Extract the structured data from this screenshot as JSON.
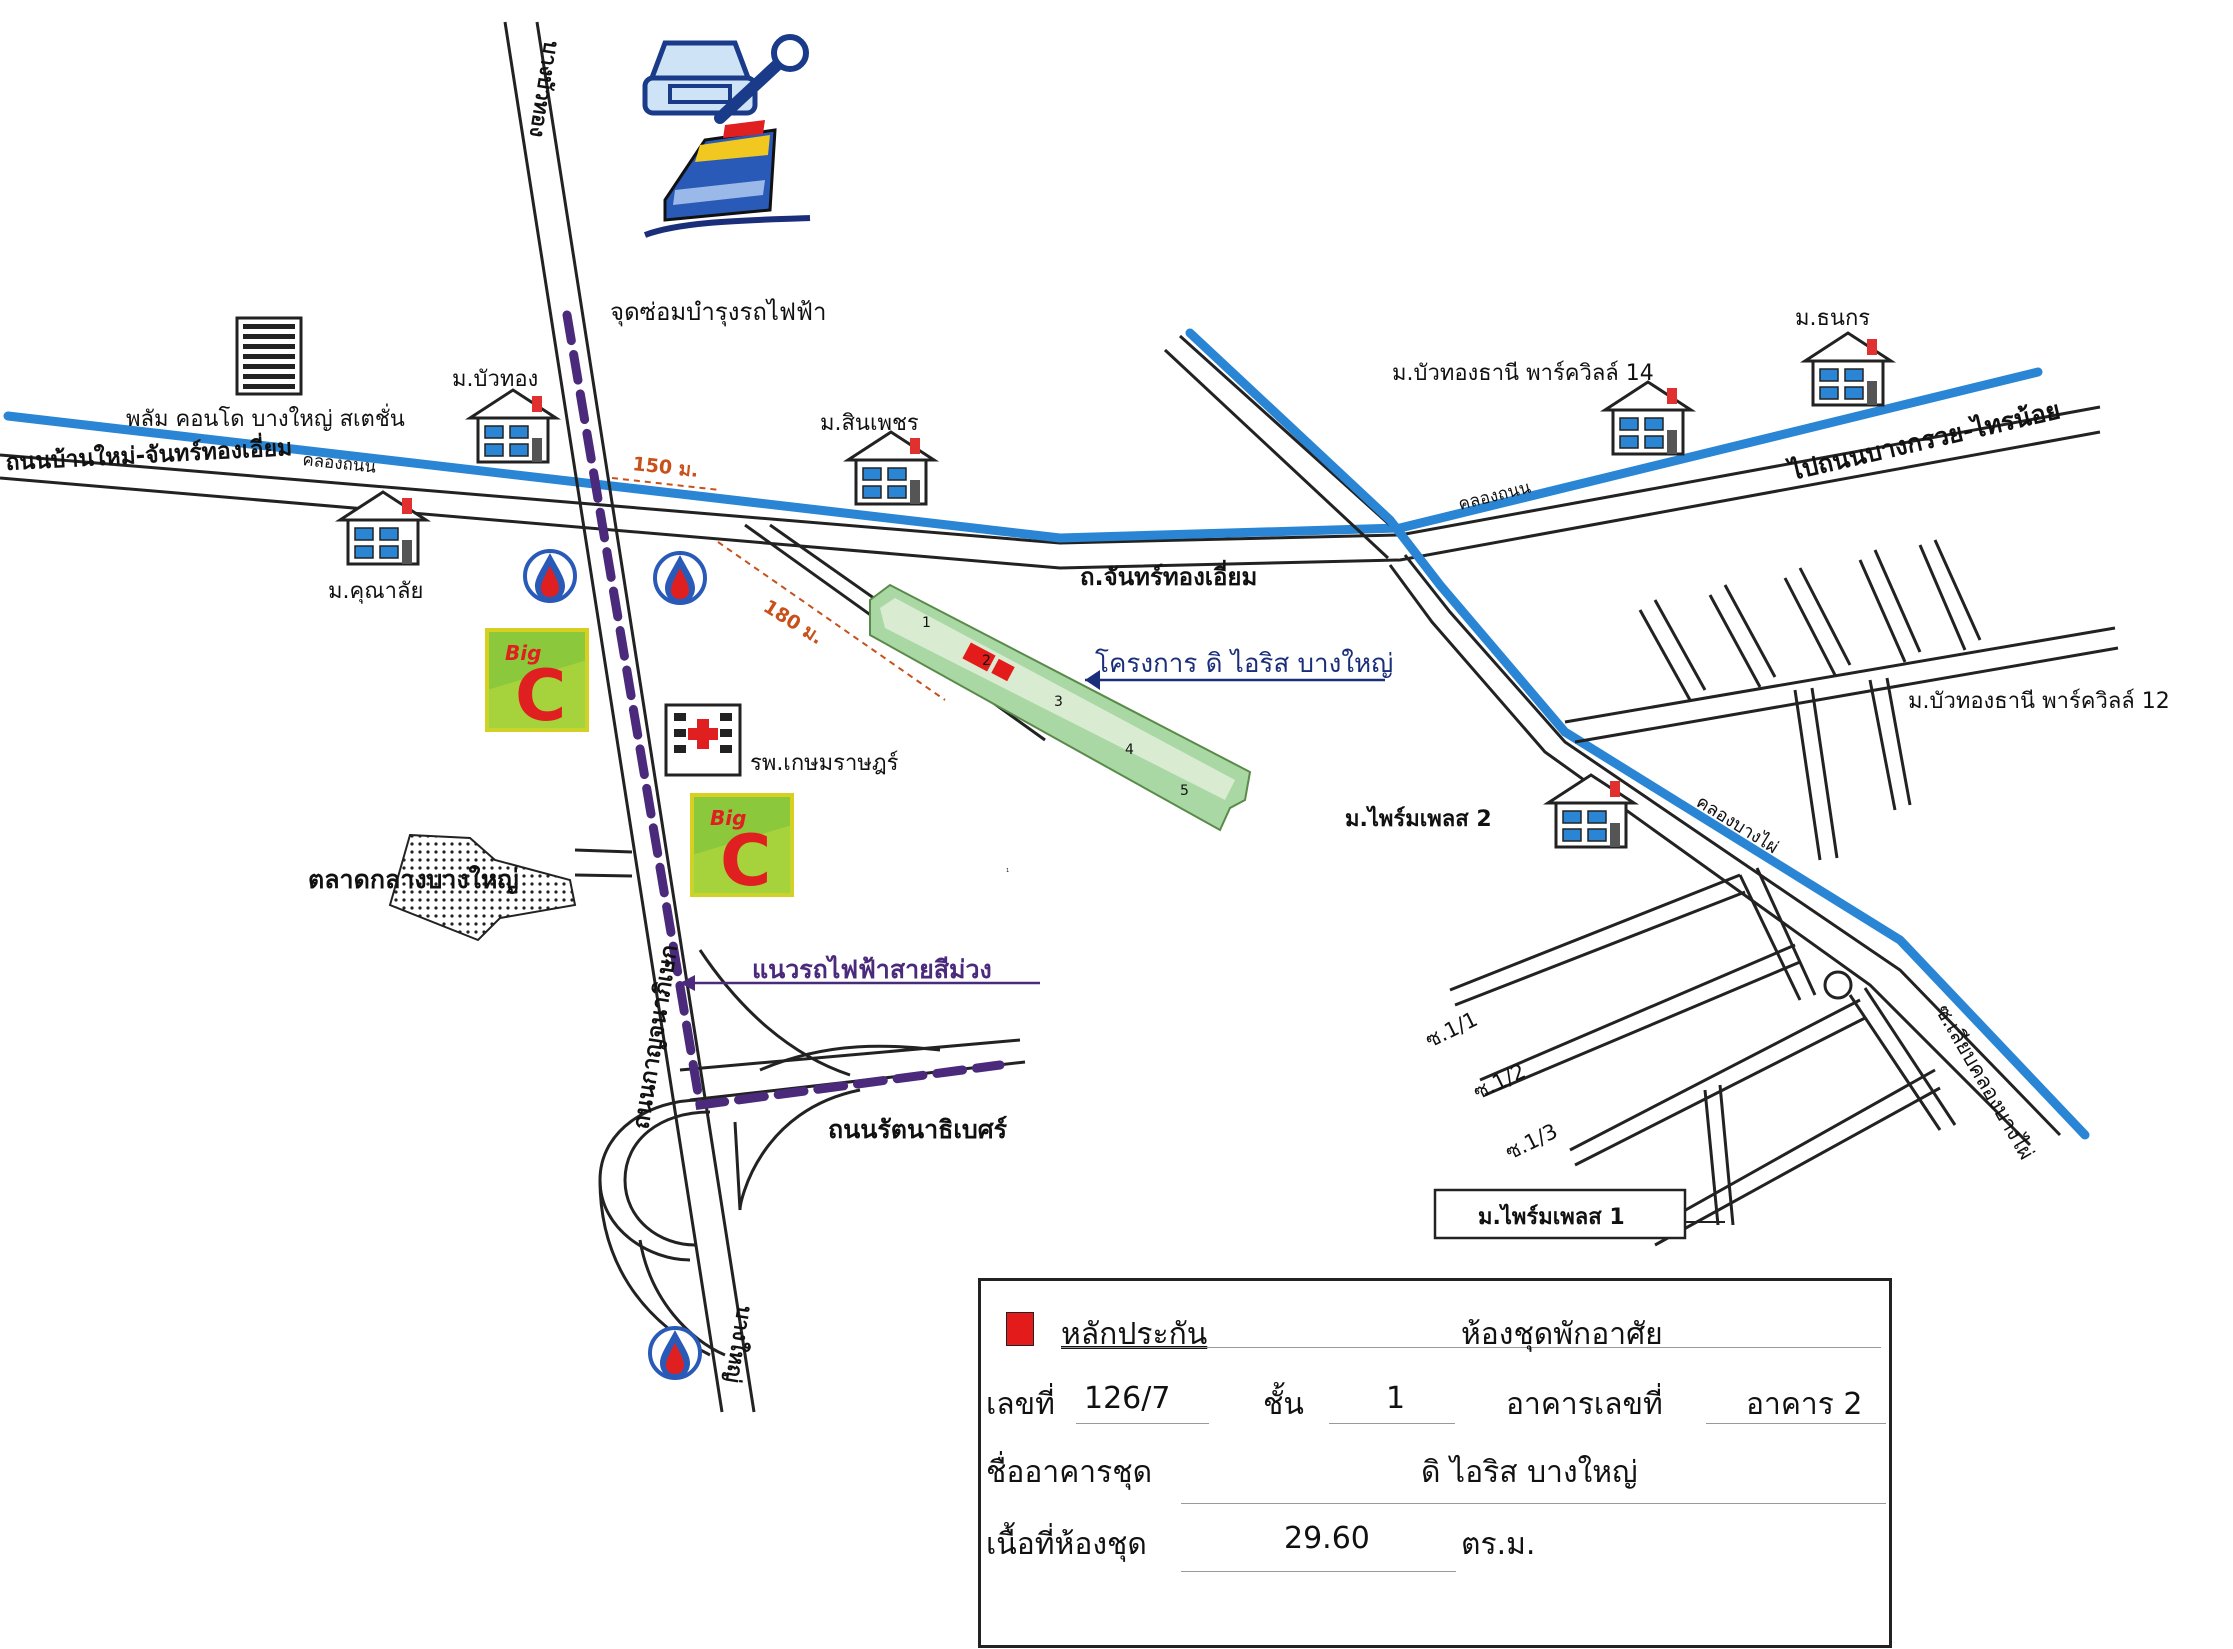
{
  "labels": {
    "depot": "จุดซ่อมบำรุงรถไฟฟ้า",
    "condo_station": "พลัม คอนโด บางใหญ่ สเตชั่น",
    "baan_buathong": "ม.บัวทอง",
    "baan_khunalai": "ม.คุณาลัย",
    "baan_sinphet": "ม.สินเพชร",
    "buathong_thani_14": "ม.บัวทองธานี พาร์ควิลล์ 14",
    "thanakorn": "ม.ธนกร",
    "road_banmai": "ถนนบ้านใหม่-จันทร์ทองเอี่ยม",
    "canal_road_left": "คลองถนน",
    "canal_road_right": "คลองถนน",
    "to_bangkruai": "ไปถนนบางกรวย-ไทรน้อย",
    "dist_150": "150 ม.",
    "dist_180": "180 ม.",
    "road_chanthongiam": "ถ.จันทร์ทองเอี่ยม",
    "project": "โครงการ ดิ ไอริส บางใหญ่",
    "buathong_thani_12": "ม.บัวทองธานี พาร์ควิลล์ 12",
    "hospital": "รพ.เกษมราษฎร์",
    "prime_place_2": "ม.ไพร์มเพลส 2",
    "canal_bangphai": "คลองบางไผ่",
    "market": "ตลาดกลางบางใหญ่",
    "purple_line": "แนวรถไฟฟ้าสายสีม่วง",
    "road_kanchanaphisek": "ถนนกาญจนาภิเษก",
    "road_top_vertical": "บางบัวทอง",
    "road_bottom_vertical": "บางใหญ่",
    "road_rattanathibet": "ถนนรัตนาธิเบศร์",
    "soi_1_1": "ซ.1/1",
    "soi_1_2": "ซ.1/2",
    "soi_1_3": "ซ.1/3",
    "soi_canal": "ซ.เลียบคลองบางไผ่",
    "prime_place_1": "ม.ไพร์มเพลส 1",
    "bigc": "Big",
    "bigc_letter": "C",
    "bldg_1": "1",
    "bldg_2": "2",
    "bldg_3": "3",
    "bldg_4": "4",
    "bldg_5": "5"
  },
  "legend": {
    "collateral_label": "หลักประกัน",
    "collateral_color": "#e31b1b",
    "property_type": "ห้องชุดพักอาศัย",
    "unit_no_label": "เลขที่",
    "unit_no": "126/7",
    "floor_label": "ชั้น",
    "floor": "1",
    "building_label": "อาคารเลขที่",
    "building": "อาคาร 2",
    "condo_name_label": "ชื่ออาคารชุด",
    "condo_name": "ดิ ไอริส บางใหญ่",
    "area_label": "เนื้อที่ห้องชุด",
    "area": "29.60",
    "area_unit": "ตร.ม."
  },
  "colors": {
    "canal": "#2a86d4",
    "purple_line": "#4b2a7b",
    "distance_arrow": "#c8501a",
    "bigc_bg": "#8cc83c",
    "bigc_red": "#e02020",
    "project_label": "#1a2e7a"
  },
  "icons": [
    "car-repair-icon",
    "train-icon",
    "condo-building-icon",
    "house-icon",
    "gas-station-icon",
    "bigc-logo-icon",
    "hospital-icon",
    "market-icon"
  ]
}
